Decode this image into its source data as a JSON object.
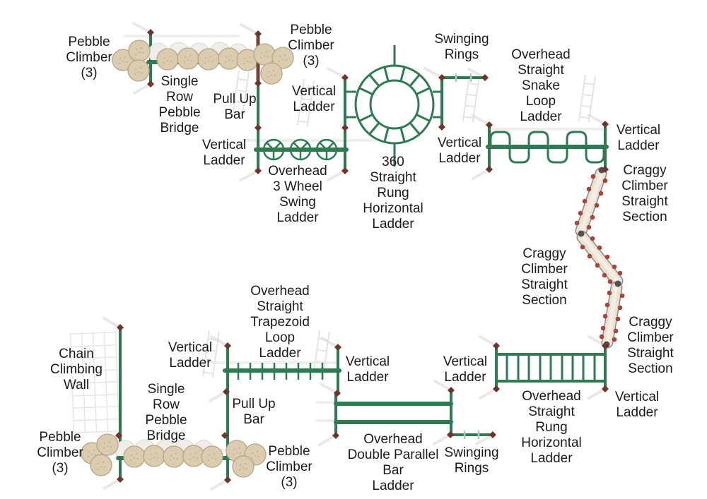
{
  "diagram": {
    "type": "playground-equipment-plan-view",
    "colors": {
      "bar_green": "#2E7B52",
      "pole_maroon": "#7A4238",
      "connector_maroon": "#6E352C",
      "pebble_fill": "#DBCCB0",
      "pebble_edge": "#B5A589",
      "craggy_fill": "#EAE2D4",
      "craggy_rock": "#A7453B",
      "ghost_gray": "#E7E7E4",
      "label_text": "#1B1B1B",
      "background": "#FFFFFF"
    },
    "labels": {
      "pebble_climber_top_left": "Pebble\nClimber\n(3)",
      "pebble_climber_top_mid": "Pebble\nClimber\n(3)",
      "single_row_pebble_bridge_top": "Single\nRow\nPebble\nBridge",
      "pull_up_bar_top": "Pull Up\nBar",
      "vertical_ladder_1": "Vertical\nLadder",
      "vertical_ladder_2": "Vertical\nLadder",
      "swinging_rings_top": "Swinging\nRings",
      "overhead_snake_loop_ladder": "Overhead\nStraight\nSnake\nLoop\nLadder",
      "vertical_ladder_3": "Vertical\nLadder",
      "vertical_ladder_4": "Vertical\nLadder",
      "craggy_climber_1": "Craggy\nClimber\nStraight\nSection",
      "craggy_climber_2": "Craggy\nClimber\nStraight\nSection",
      "craggy_climber_3": "Craggy\nClimber\nStraight\nSection",
      "overhead_3_wheel_swing_ladder": "Overhead\n3 Wheel\nSwing\nLadder",
      "straight_rung_360_ladder": "360\nStraight\nRung\nHorizontal\nLadder",
      "chain_climbing_wall": "Chain\nClimbing\nWall",
      "vertical_ladder_5": "Vertical\nLadder",
      "overhead_trapezoid_loop_ladder": "Overhead\nStraight\nTrapezoid\nLoop\nLadder",
      "vertical_ladder_6": "Vertical\nLadder",
      "vertical_ladder_7": "Vertical\nLadder",
      "pull_up_bar_bottom": "Pull Up\nBar",
      "single_row_pebble_bridge_bottom": "Single\nRow\nPebble\nBridge",
      "pebble_climber_bottom_left": "Pebble\nClimber\n(3)",
      "pebble_climber_bottom_mid": "Pebble\nClimber\n(3)",
      "overhead_double_parallel_bar_ladder": "Overhead\nDouble Parallel\nBar\nLadder",
      "swinging_rings_bottom": "Swinging\nRings",
      "overhead_straight_rung_horizontal_ladder": "Overhead\nStraight\nRung\nHorizontal\nLadder",
      "vertical_ladder_8": "Vertical\nLadder"
    },
    "equipment_counts": [
      {
        "name": "Pebble Climber (3)",
        "count": 4
      },
      {
        "name": "Single Row Pebble Bridge",
        "count": 2
      },
      {
        "name": "Pull Up Bar",
        "count": 2
      },
      {
        "name": "Vertical Ladder",
        "count": 8
      },
      {
        "name": "Swinging Rings",
        "count": 2
      },
      {
        "name": "Overhead Straight Snake Loop Ladder",
        "count": 1
      },
      {
        "name": "Overhead 3 Wheel Swing Ladder",
        "count": 1
      },
      {
        "name": "360 Straight Rung Horizontal Ladder",
        "count": 1
      },
      {
        "name": "Craggy Climber Straight Section",
        "count": 3
      },
      {
        "name": "Chain Climbing Wall",
        "count": 1
      },
      {
        "name": "Overhead Straight Trapezoid Loop Ladder",
        "count": 1
      },
      {
        "name": "Overhead Double Parallel Bar Ladder",
        "count": 1
      },
      {
        "name": "Overhead Straight Rung Horizontal Ladder",
        "count": 1
      }
    ]
  }
}
